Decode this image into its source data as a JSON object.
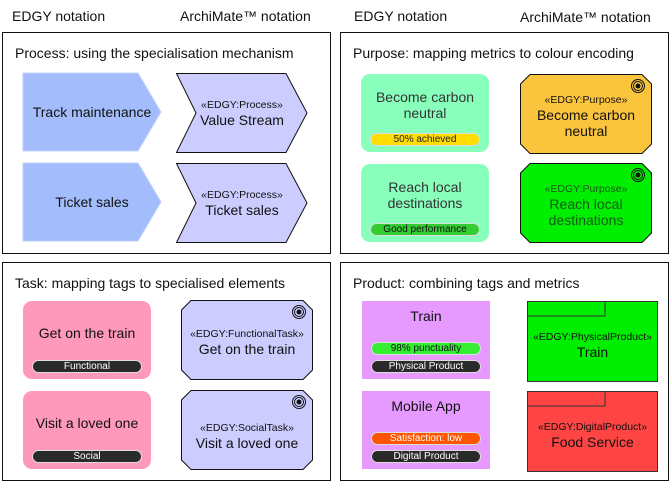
{
  "headers": {
    "left_edgy": "EDGY notation",
    "left_archimate": "ArchiMate™ notation",
    "right_edgy": "EDGY notation",
    "right_archimate": "ArchiMate™ notation"
  },
  "panels": {
    "process": {
      "title": "Process: using the specialisation mechanism",
      "edgy": [
        {
          "label": "Track maintenance"
        },
        {
          "label": "Ticket sales"
        }
      ],
      "archimate": [
        {
          "stereotype": "«EDGY:Process»",
          "label": "Value Stream"
        },
        {
          "stereotype": "«EDGY:Process»",
          "label": "Ticket sales"
        }
      ]
    },
    "purpose": {
      "title": "Purpose: mapping metrics to colour encoding",
      "edgy": [
        {
          "label": "Become carbon neutral",
          "metric": "50% achieved",
          "metric_color": "#ffdd00"
        },
        {
          "label": "Reach local destinations",
          "metric": "Good performance",
          "metric_color": "#33cc33"
        }
      ],
      "archimate": [
        {
          "stereotype": "«EDGY:Purpose»",
          "label": "Become carbon neutral",
          "color": "#fbc43d"
        },
        {
          "stereotype": "«EDGY:Purpose»",
          "label": "Reach local destinations",
          "color": "#00ee00"
        }
      ]
    },
    "task": {
      "title": "Task: mapping tags to specialised elements",
      "edgy": [
        {
          "label": "Get on the train",
          "tag": "Functional"
        },
        {
          "label": "Visit a loved one",
          "tag": "Social"
        }
      ],
      "archimate": [
        {
          "stereotype": "«EDGY:FunctionalTask»",
          "label": "Get on the train"
        },
        {
          "stereotype": "«EDGY:SocialTask»",
          "label": "Visit a loved one"
        }
      ]
    },
    "product": {
      "title": "Product: combining tags and metrics",
      "edgy": [
        {
          "label": "Train",
          "metric": "98% punctuality",
          "metric_color": "#33ee33",
          "tag": "Physical Product"
        },
        {
          "label": "Mobile App",
          "metric": "Satisfaction: low",
          "metric_color": "#ff5500",
          "tag": "Digital Product"
        }
      ],
      "archimate": [
        {
          "stereotype": "«EDGY:PhysicalProduct»",
          "label": "Train",
          "color": "#00ee00"
        },
        {
          "stereotype": "«EDGY:DigitalProduct»",
          "label": "Food Service",
          "color": "#ff4444"
        }
      ]
    }
  },
  "colors": {
    "process_edgy": "#a3bdfc",
    "process_archimate": "#ccccff",
    "purpose_edgy": "#88ffbb",
    "task_edgy": "#ff99bb",
    "task_archimate": "#ccccff",
    "product_edgy": "#e699ff"
  }
}
